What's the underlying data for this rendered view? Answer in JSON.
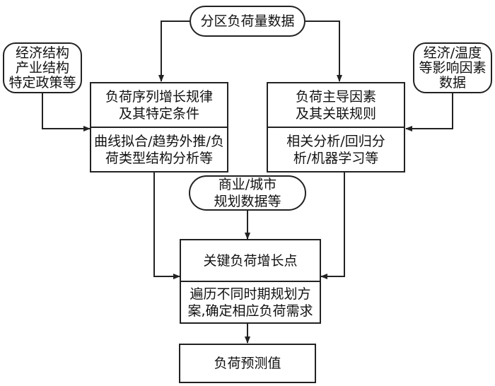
{
  "nodes": {
    "zone_load_data": "分区负荷量数据",
    "economy_industry_policy": "经济结构\n产业结构\n特定政策等",
    "economy_weather": "经济/温度\n等影响因素\n数据",
    "growth_rules": "负荷序列增长规律\n及其特定条件",
    "growth_methods": "曲线拟合/趋势外推/负\n荷类型结构分析等",
    "dominant_factors": "负荷主导因素\n及其关联规则",
    "factor_methods": "相关分析/回归分\n析/机器学习等",
    "commercial_urban": "商业/城市\n规划数据等",
    "key_growth_points": "关键负荷增长点",
    "traverse_plans": "遍历不同时期规划方\n案,确定相应负荷需求",
    "load_forecast": "负荷预测值"
  }
}
